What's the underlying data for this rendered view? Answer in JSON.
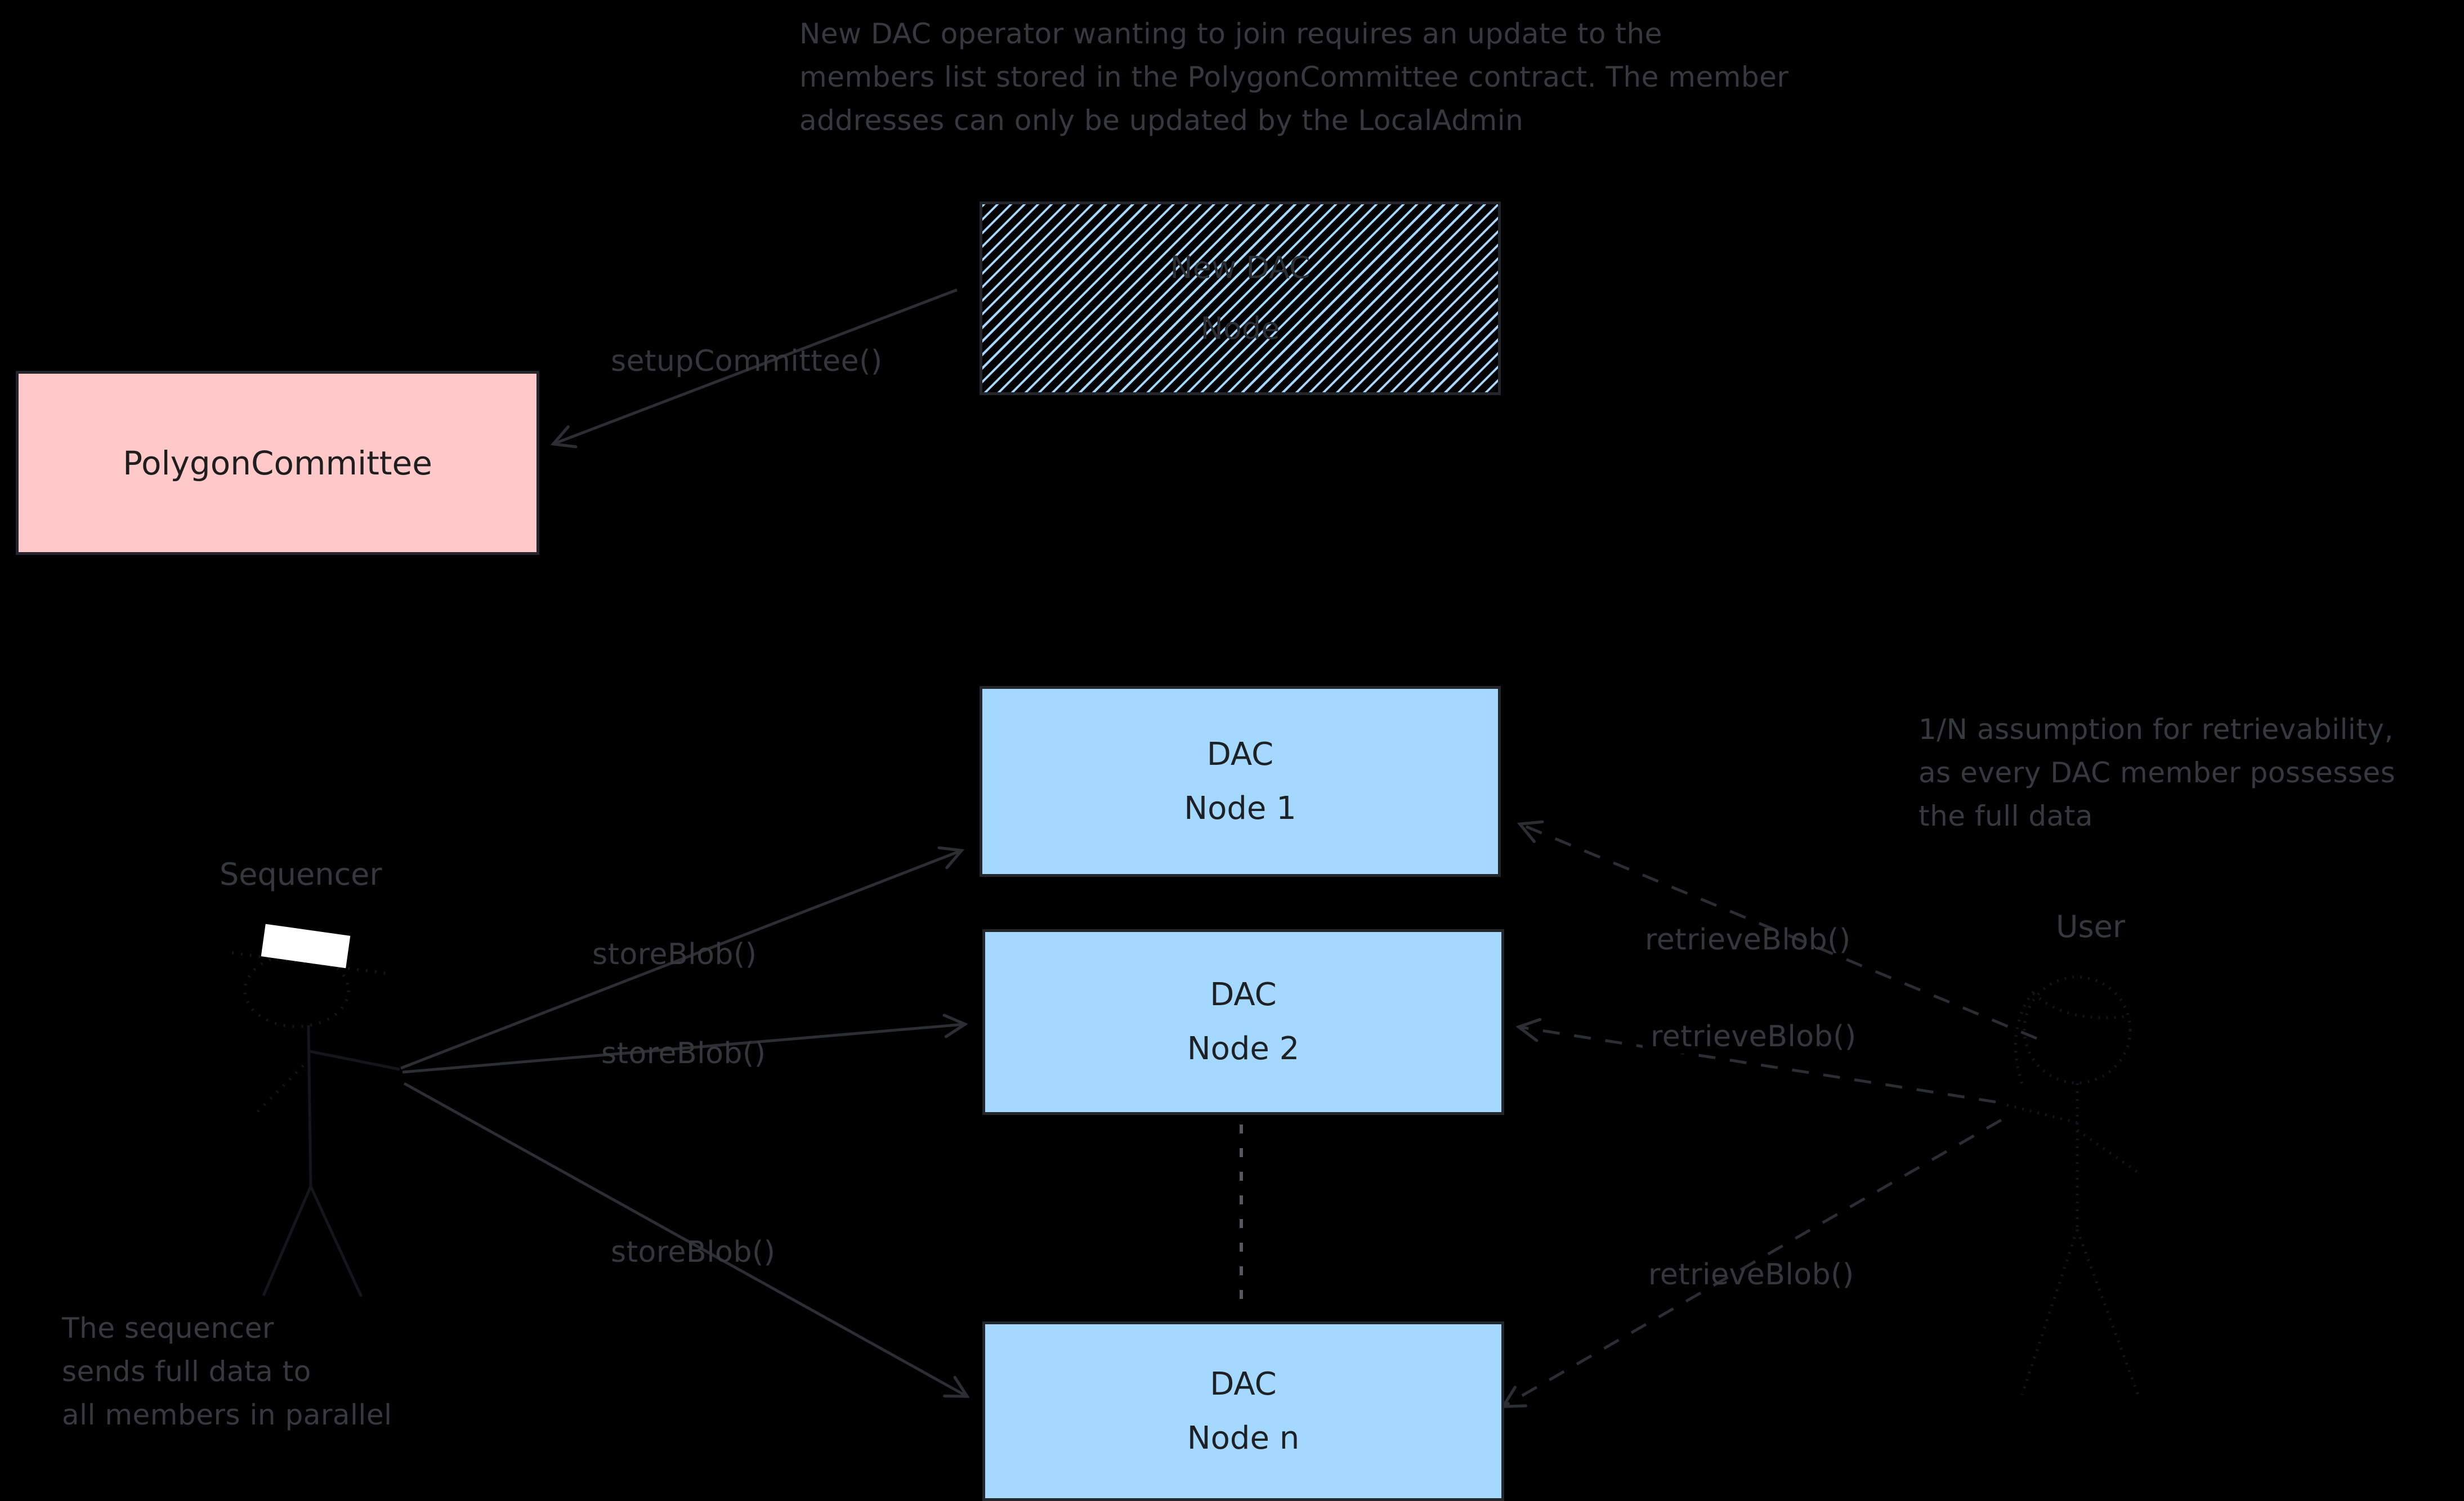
{
  "colors": {
    "background": "#000000",
    "pink_fill": "#ffc9c9",
    "blue_fill": "#a5d8ff",
    "stroke_dark": "#23262a",
    "annotation_gray": "#36393d",
    "arrow_gray": "#2b2e32",
    "hat_white": "#ffffff"
  },
  "annotations": {
    "top_note": {
      "lines": [
        "New DAC operator wanting to join requires an update to the",
        "members list stored in the PolygonCommittee contract. The member",
        "addresses can only be updated by the LocalAdmin"
      ]
    },
    "retrievability_note": {
      "lines": [
        "1/N assumption for retrievability,",
        "as every DAC member possesses",
        "the full data"
      ]
    },
    "sequencer_note": {
      "lines": [
        "The sequencer",
        "sends full data to",
        "all members in parallel"
      ]
    }
  },
  "shapes": {
    "polygon_committee": {
      "label": "PolygonCommittee"
    },
    "new_dac_node": {
      "line1": "New DAC",
      "line2": "Node"
    },
    "dac_node_1": {
      "line1": "DAC",
      "line2": "Node 1"
    },
    "dac_node_2": {
      "line1": "DAC",
      "line2": "Node 2"
    },
    "dac_node_n": {
      "line1": "DAC",
      "line2": "Node n"
    }
  },
  "actors": {
    "sequencer": {
      "label": "Sequencer"
    },
    "user": {
      "label": "User"
    }
  },
  "edges": {
    "setup_committee_label": "setupCommittee()",
    "store_blob_labels": [
      "storeBlob()",
      "storeBlob()",
      "storeBlob()"
    ],
    "retrieve_blob_labels": [
      "retrieveBlob()",
      "retrieveBlob()",
      "retrieveBlob()"
    ]
  }
}
